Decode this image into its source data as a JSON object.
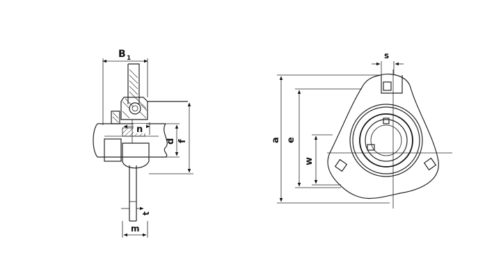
{
  "figure": {
    "side_view": {
      "labels": {
        "B1": "B",
        "B1_sub": "1",
        "n": "n",
        "d": "d",
        "f": "f",
        "t": "t",
        "m": "m"
      }
    },
    "front_view": {
      "labels": {
        "s": "s",
        "a": "a",
        "e": "e",
        "w": "w"
      }
    }
  }
}
